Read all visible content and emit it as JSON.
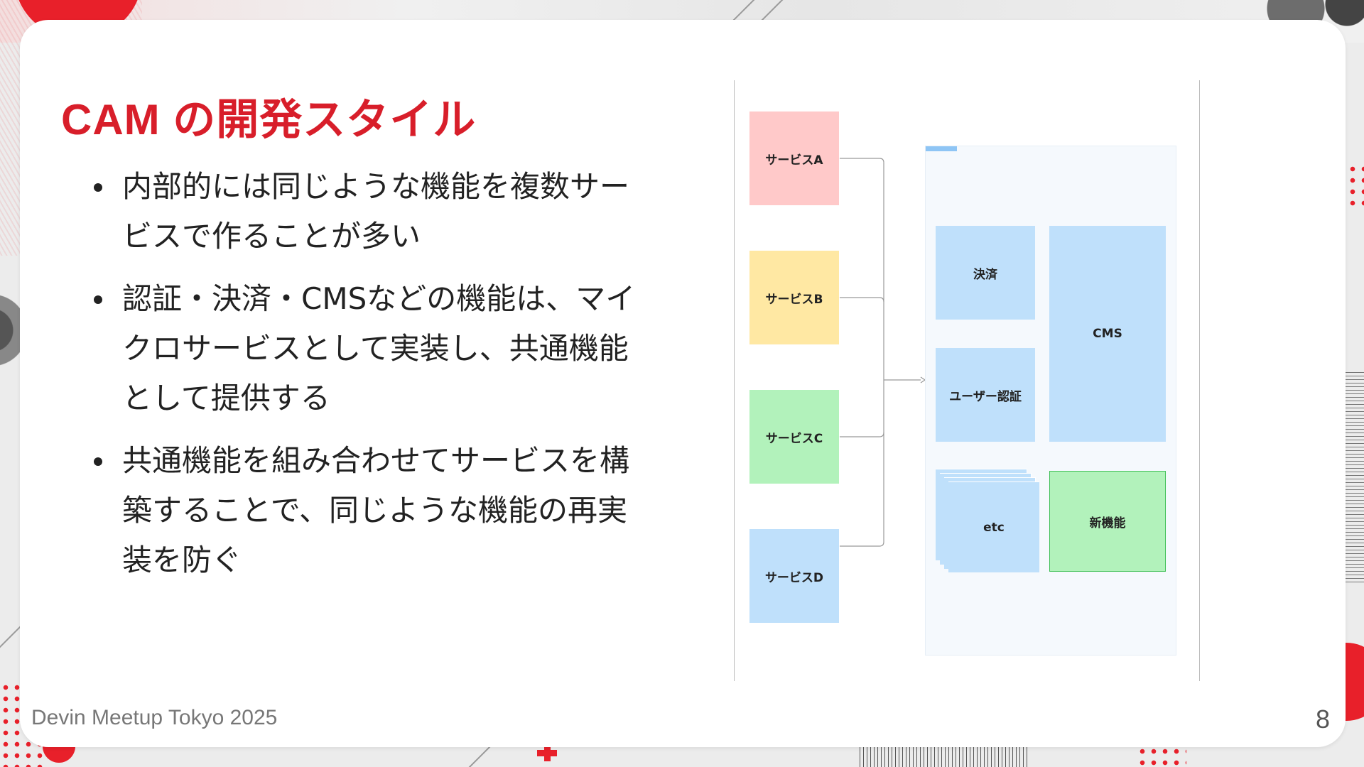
{
  "slide": {
    "title": "CAM の開発スタイル",
    "bullets": [
      "内部的には同じような機能を複数サービスで作ることが多い",
      "認証・決済・CMSなどの機能は、マイクロサービスとして実装し、共通機能として提供する",
      "共通機能を組み合わせてサービスを構築することで、同じような機能の再実装を防ぐ"
    ],
    "footer": "Devin Meetup Tokyo 2025",
    "page_number": "8"
  },
  "diagram": {
    "services": [
      {
        "label": "サービスA",
        "color": "#ffc9c9"
      },
      {
        "label": "サービスB",
        "color": "#ffe8a3"
      },
      {
        "label": "サービスC",
        "color": "#b2f2bb"
      },
      {
        "label": "サービスD",
        "color": "#bfe0fb"
      }
    ],
    "modules": {
      "payment": "決済",
      "cms": "CMS",
      "user_auth": "ユーザー認証",
      "etc": "etc",
      "new_feature": "新機能"
    },
    "colors": {
      "module": "#bfe0fb",
      "new_feature": "#b2f2bb",
      "new_feature_border": "#40c057",
      "connector": "#999999"
    }
  },
  "theme": {
    "accent": "#d81e2a",
    "text": "#222222"
  }
}
